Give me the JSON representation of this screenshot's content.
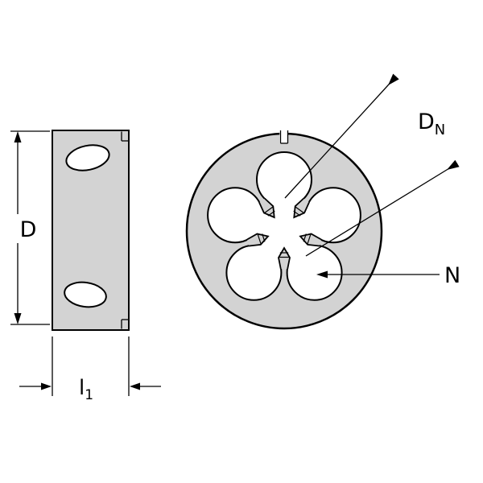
{
  "drawing": {
    "background": "#ffffff",
    "body_fill": "#d3d3d3",
    "hole_fill": "#ffffff",
    "line_color": "#000000",
    "labels": {
      "outer_diameter": "D",
      "thickness_base": "l",
      "thickness_sub": "1",
      "nominal_diameter_base": "D",
      "nominal_diameter_sub": "N",
      "die_label": "N"
    }
  }
}
